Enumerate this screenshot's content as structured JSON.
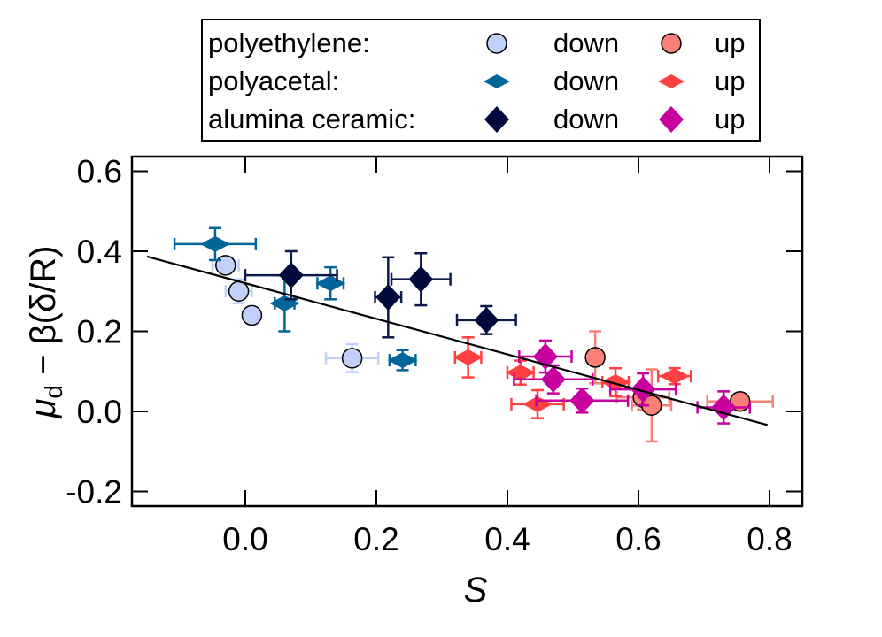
{
  "chart_data": {
    "type": "scatter",
    "title": "",
    "xlabel": "S",
    "ylabel": "μd − β(δ/R)",
    "xlim": [
      -0.17,
      0.85
    ],
    "ylim": [
      -0.237,
      0.635
    ],
    "xticks": [
      "0.0",
      "0.2",
      "0.4",
      "0.6",
      "0.8"
    ],
    "xtick_values": [
      0.0,
      0.2,
      0.4,
      0.6,
      0.8
    ],
    "yticks": [
      "-0.2",
      "0.0",
      "0.2",
      "0.4",
      "0.6"
    ],
    "ytick_values": [
      -0.2,
      0.0,
      0.2,
      0.4,
      0.6
    ],
    "grid": false,
    "legend_position": "top, above plot",
    "fit_line": {
      "x": [
        -0.15,
        0.797
      ],
      "y": [
        0.387,
        -0.034
      ],
      "color": "#000000"
    },
    "series": [
      {
        "name": "polyethylene down",
        "marker": "circle",
        "color": "#c0d0f8",
        "ecolor": "#c0d0f8",
        "points": [
          {
            "x": -0.03,
            "y": 0.365,
            "xerr": 0.02,
            "yerr": 0.02
          },
          {
            "x": -0.01,
            "y": 0.3,
            "xerr": 0.02,
            "yerr": 0.03
          },
          {
            "x": 0.01,
            "y": 0.24,
            "xerr": 0.01,
            "yerr": 0.01
          },
          {
            "x": 0.163,
            "y": 0.133,
            "xerr": 0.04,
            "yerr": 0.035
          }
        ]
      },
      {
        "name": "polyethylene up",
        "marker": "circle",
        "color": "#f88078",
        "ecolor": "#f88078",
        "points": [
          {
            "x": 0.534,
            "y": 0.135,
            "xerr": 0.01,
            "yerr": 0.065
          },
          {
            "x": 0.607,
            "y": 0.035,
            "xerr": 0.04,
            "yerr": 0.03
          },
          {
            "x": 0.62,
            "y": 0.015,
            "xerr": 0.03,
            "yerr": 0.09
          },
          {
            "x": 0.755,
            "y": 0.025,
            "xerr": 0.05,
            "yerr": 0.015
          }
        ]
      },
      {
        "name": "polyacetal down",
        "marker": "flat-diamond",
        "color": "#006699",
        "ecolor": "#006699",
        "points": [
          {
            "x": -0.046,
            "y": 0.418,
            "xerr": 0.062,
            "yerr": 0.04
          },
          {
            "x": 0.06,
            "y": 0.27,
            "xerr": 0.015,
            "yerr": 0.07
          },
          {
            "x": 0.13,
            "y": 0.32,
            "xerr": 0.02,
            "yerr": 0.04
          },
          {
            "x": 0.24,
            "y": 0.128,
            "xerr": 0.02,
            "yerr": 0.025
          }
        ]
      },
      {
        "name": "polyacetal up",
        "marker": "flat-diamond",
        "color": "#ff4040",
        "ecolor": "#ff4040",
        "points": [
          {
            "x": 0.34,
            "y": 0.135,
            "xerr": 0.02,
            "yerr": 0.05
          },
          {
            "x": 0.42,
            "y": 0.097,
            "xerr": 0.02,
            "yerr": 0.03
          },
          {
            "x": 0.446,
            "y": 0.018,
            "xerr": 0.04,
            "yerr": 0.035
          },
          {
            "x": 0.565,
            "y": 0.073,
            "xerr": 0.02,
            "yerr": 0.035
          },
          {
            "x": 0.655,
            "y": 0.088,
            "xerr": 0.025,
            "yerr": 0.02
          }
        ]
      },
      {
        "name": "alumina ceramic down",
        "marker": "diamond",
        "color": "#000a3a",
        "ecolor": "#0c1a4a",
        "points": [
          {
            "x": 0.07,
            "y": 0.34,
            "xerr": 0.07,
            "yerr": 0.06
          },
          {
            "x": 0.218,
            "y": 0.285,
            "xerr": 0.02,
            "yerr": 0.1
          },
          {
            "x": 0.268,
            "y": 0.33,
            "xerr": 0.045,
            "yerr": 0.065
          },
          {
            "x": 0.368,
            "y": 0.228,
            "xerr": 0.045,
            "yerr": 0.035
          }
        ]
      },
      {
        "name": "alumina ceramic up",
        "marker": "diamond",
        "color": "#c800a0",
        "ecolor": "#c800a0",
        "points": [
          {
            "x": 0.458,
            "y": 0.137,
            "xerr": 0.04,
            "yerr": 0.04
          },
          {
            "x": 0.47,
            "y": 0.08,
            "xerr": 0.06,
            "yerr": 0.035
          },
          {
            "x": 0.514,
            "y": 0.027,
            "xerr": 0.07,
            "yerr": 0.03
          },
          {
            "x": 0.607,
            "y": 0.055,
            "xerr": 0.05,
            "yerr": 0.04
          },
          {
            "x": 0.73,
            "y": 0.01,
            "xerr": 0.04,
            "yerr": 0.04
          }
        ]
      }
    ]
  },
  "legend": {
    "rows": [
      {
        "label": "polyethylene:",
        "down_label": "down",
        "up_label": "up",
        "marker": "circle",
        "down_color": "#c0d0f8",
        "up_color": "#f88078"
      },
      {
        "label": "polyacetal:",
        "down_label": "down",
        "up_label": "up",
        "marker": "flat-diamond",
        "down_color": "#006699",
        "up_color": "#ff4040"
      },
      {
        "label": "alumina ceramic:",
        "down_label": "down",
        "up_label": "up",
        "marker": "diamond",
        "down_color": "#000a3a",
        "up_color": "#c800a0"
      }
    ]
  },
  "axes": {
    "x_title": "S",
    "y_title_main": "μ",
    "y_title_sub": "d",
    "y_title_rest": " − β(δ/R)"
  }
}
